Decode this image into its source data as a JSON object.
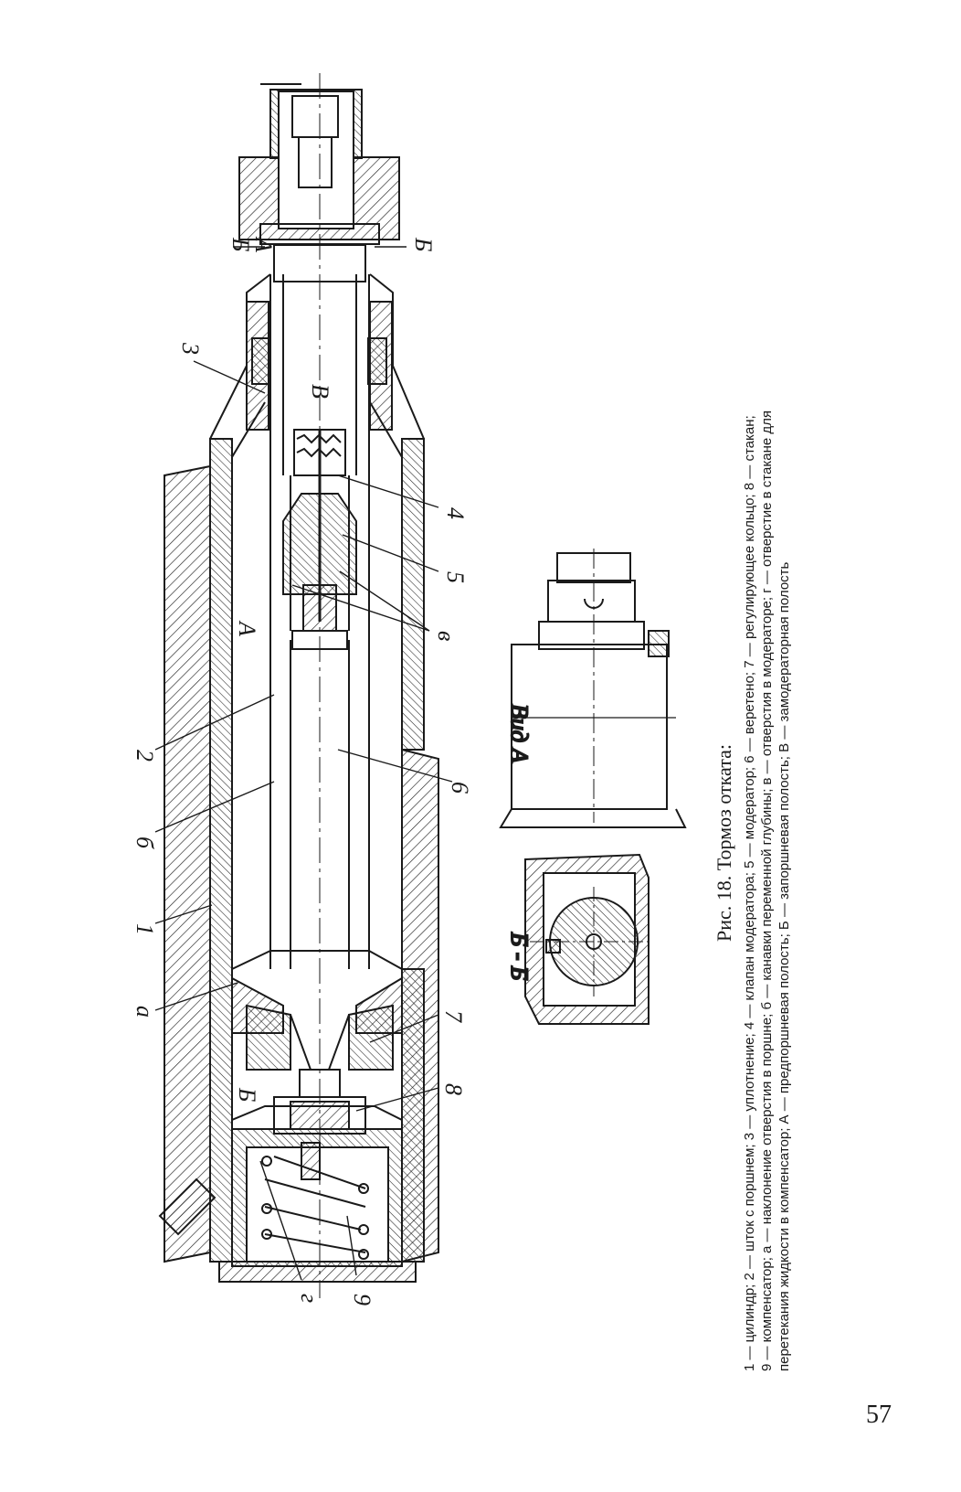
{
  "figure": {
    "caption_title": "Рис. 18. Тормоз отката:",
    "caption_lines": [
      "1 — цилиндр; 2 — шток с поршнем; 3 — уплотнение; 4 — клапан модератора; 5 — модератор; 6 — веретено; 7 — регулирующее кольцо; 8 — стакан;",
      "9 — компенсатор; а — наклонение отверстия в поршне; б — канавки переменной глубины; в — отверстия в модераторе; г — отверстие в стакане для",
      "перетекания жидкости в компенсатор; А — предпоршневая полость; Б — запоршневая полость; В — замодераторная полость"
    ],
    "callouts": {
      "n1": "1",
      "n2": "2",
      "n3": "3",
      "n4": "4",
      "n5": "5",
      "n6": "6",
      "n7": "7",
      "n8": "8",
      "n9": "9",
      "a": "а",
      "b": "б",
      "v": "в",
      "g": "г",
      "A": "А",
      "B": "Б",
      "V": "В",
      "sec1": "Б",
      "sec2": "Б",
      "arrowA": "А"
    },
    "view_a": "Вид А",
    "section_bb": "Б - Б"
  },
  "page_number": "57"
}
